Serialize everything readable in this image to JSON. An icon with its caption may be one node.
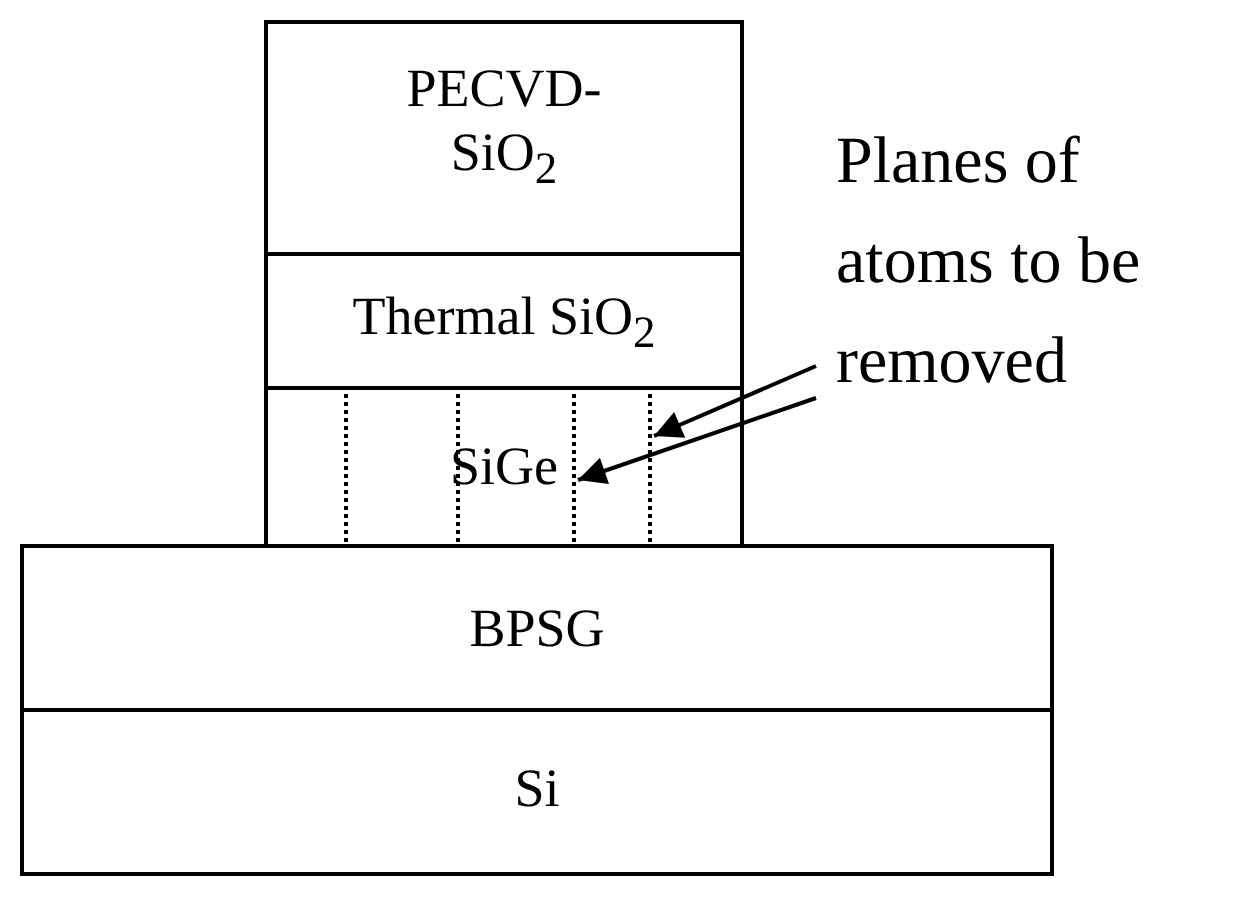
{
  "diagram": {
    "nodes": [
      {
        "text": [
          "PECVD-SiO$_{2}$"
        ]
      },
      {
        "text": [
          "Thermal SiO$_{2}$"
        ]
      },
      {
        "text": [
          "SiGe"
        ]
      },
      {
        "text": [
          "BPSG"
        ]
      },
      {
        "text": [
          "Si"
        ]
      },
      {
        "text": [],
        "shape": "line",
        "in": 2
      },
      {
        "text": [],
        "shape": "line",
        "in": 2
      },
      {
        "text": [],
        "shape": "line",
        "in": 2
      },
      {
        "text": [],
        "shape": "line",
        "in": 2
      },
      {
        "text": [
          "Planes of atoms to be removed"
        ]
      }
    ],
    "edges": [
      {
        "from": 9,
        "to": 8,
        "arrow": "to"
      },
      {
        "from": 9,
        "to": 7,
        "arrow": "to"
      }
    ]
  }
}
